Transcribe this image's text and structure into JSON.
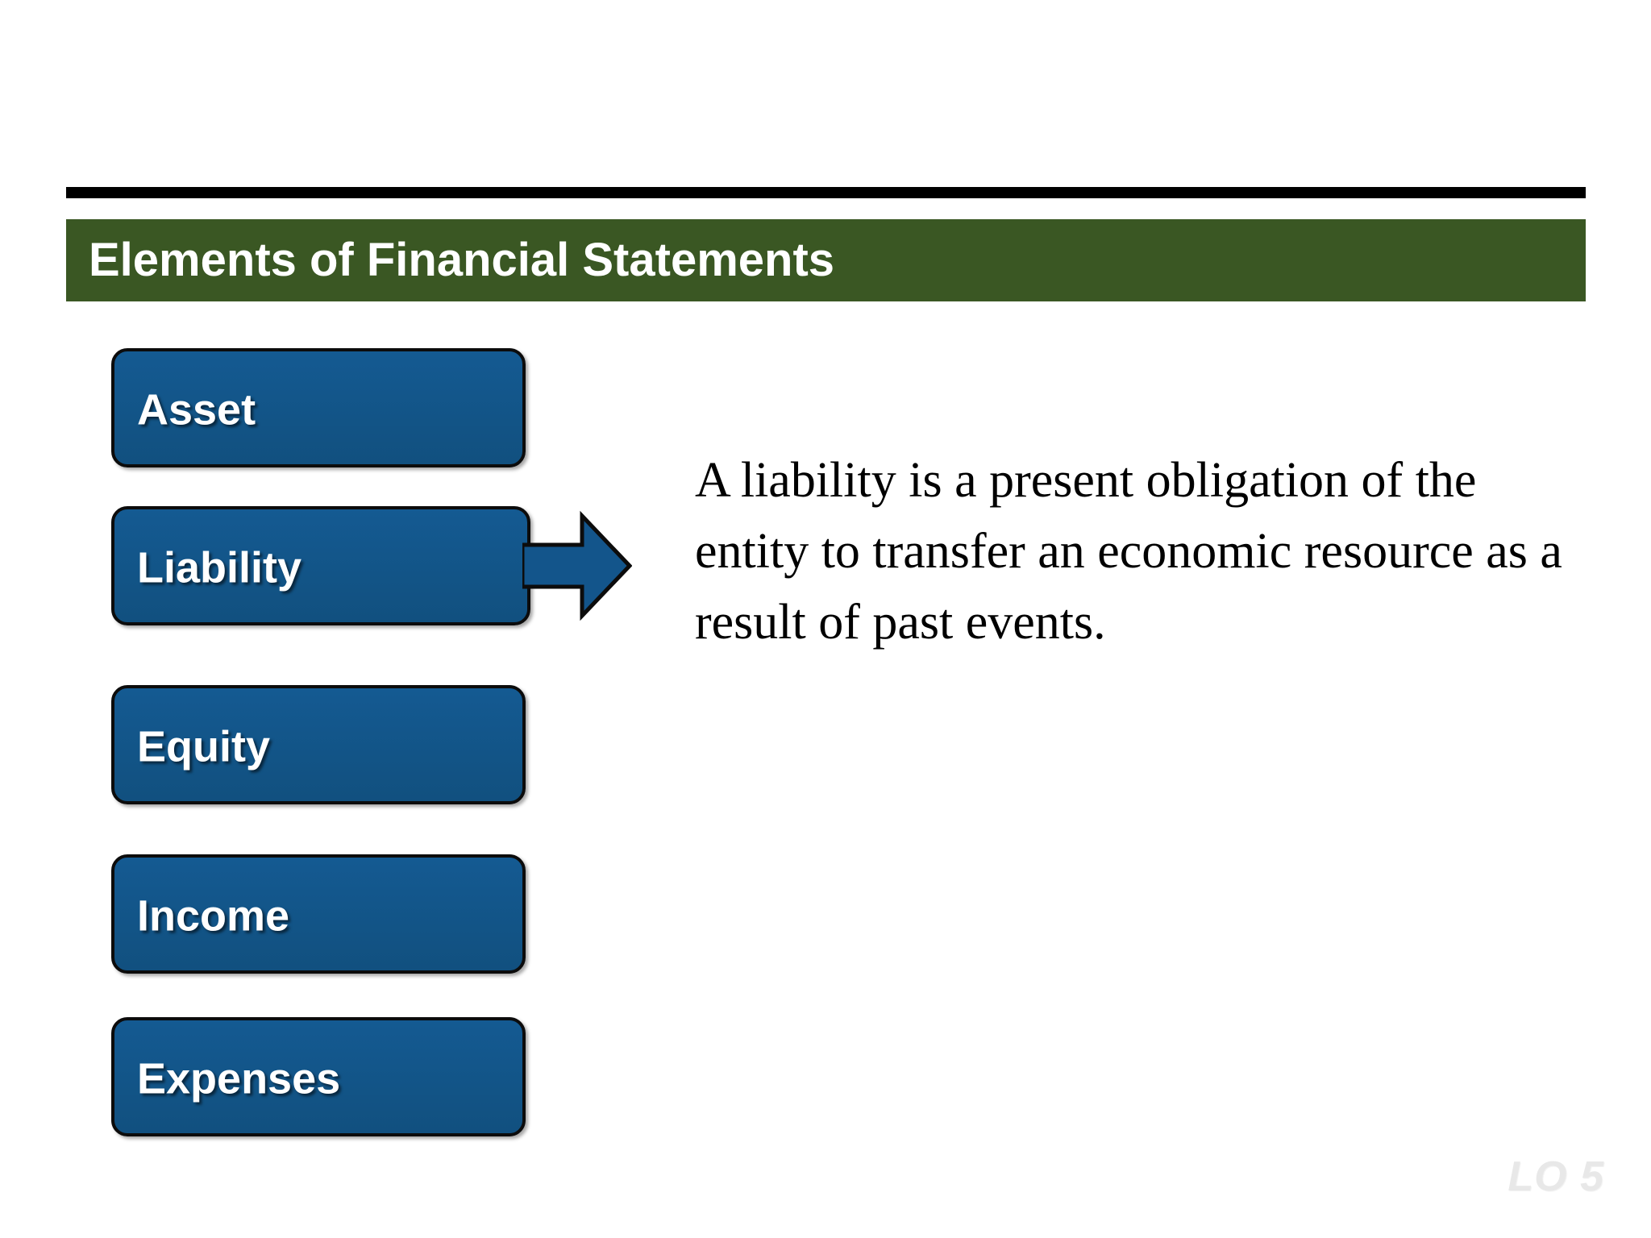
{
  "slide": {
    "title": "Elements of Financial Statements",
    "accent_green": "#3A5723",
    "box_blue": "#13558B",
    "rule_black": "#000000",
    "lo_marker": "LO 5"
  },
  "elements": [
    {
      "id": "asset",
      "label": "Asset"
    },
    {
      "id": "liability",
      "label": "Liability"
    },
    {
      "id": "equity",
      "label": "Equity"
    },
    {
      "id": "income",
      "label": "Income"
    },
    {
      "id": "expenses",
      "label": "Expenses"
    }
  ],
  "arrow": {
    "icon": "right-block-arrow-icon",
    "points_from": "Liability",
    "color": "#13558B"
  },
  "definition": {
    "text": "A liability is a present obligation of the entity to transfer an economic resource as a result of past events."
  }
}
